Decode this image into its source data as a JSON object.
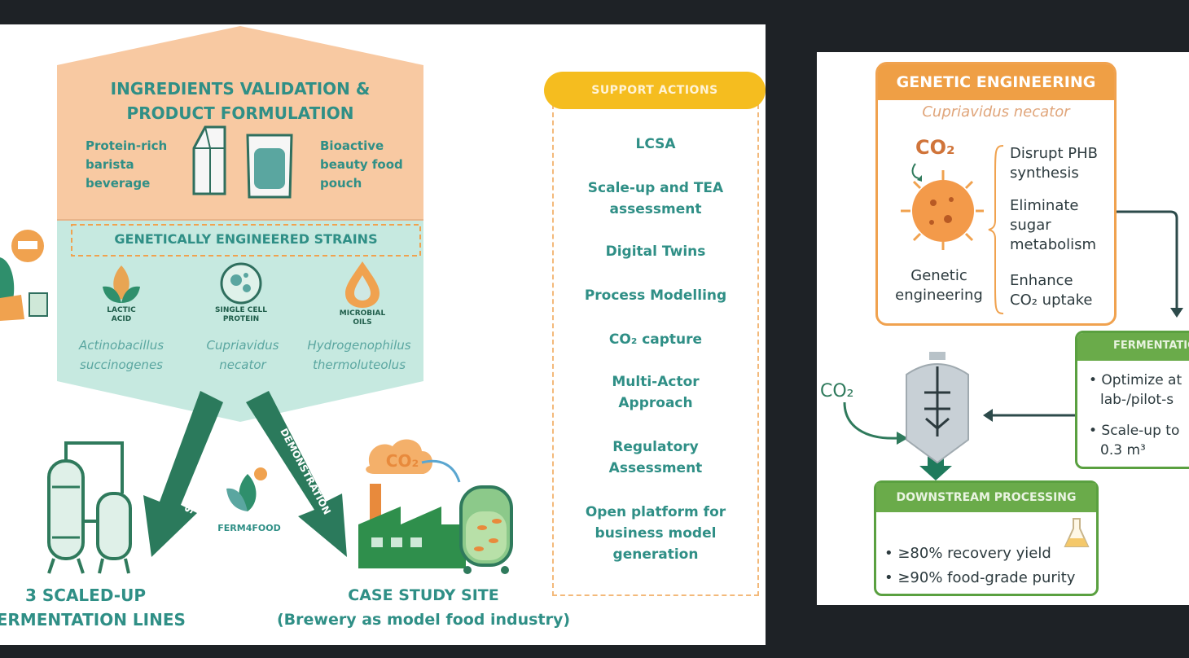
{
  "left": {
    "top_block": {
      "title_line1": "INGREDIENTS VALIDATION &",
      "title_line2": "PRODUCT FORMULATION",
      "product_a": [
        "Protein-rich",
        "barista",
        "beverage"
      ],
      "product_b": [
        "Bioactive",
        "beauty food",
        "pouch"
      ]
    },
    "strains": {
      "title": "GENETICALLY ENGINEERED STRAINS",
      "items": [
        {
          "icon_label": [
            "LACTIC",
            "ACID"
          ],
          "organism": [
            "Actinobacillus",
            "succinogenes"
          ]
        },
        {
          "icon_label": [
            "SINGLE CELL",
            "PROTEIN"
          ],
          "organism": [
            "Cupriavidus",
            "necator"
          ]
        },
        {
          "icon_label": [
            "MICROBIAL",
            "OILS"
          ],
          "organism": [
            "Hydrogenophilus",
            "thermoluteolus"
          ]
        }
      ]
    },
    "arrows": {
      "left": "SCALE-UP",
      "right": "DEMONSTRATION"
    },
    "logo": "FERM4FOOD",
    "co2_cloud": "CO₂",
    "bottom_left": [
      "3 SCALED-UP",
      "FERMENTATION LINES"
    ],
    "bottom_right": [
      "CASE STUDY SITE",
      "(Brewery as model food industry)"
    ],
    "support": {
      "title": "SUPPORT ACTIONS",
      "items": [
        [
          "LCSA"
        ],
        [
          "Scale-up and TEA",
          "assessment"
        ],
        [
          "Digital Twins"
        ],
        [
          "Process Modelling"
        ],
        [
          "CO₂ capture"
        ],
        [
          "Multi-Actor",
          "Approach"
        ],
        [
          "Regulatory",
          "Assessment"
        ],
        [
          "Open platform for",
          "business model",
          "generation"
        ]
      ]
    }
  },
  "right": {
    "ge": {
      "title": "GENETIC ENGINEERING",
      "subtitle": "Cupriavidus necator",
      "co2": "CO₂",
      "cell_label": [
        "Genetic",
        "engineering"
      ],
      "list": [
        [
          "Disrupt PHB",
          "synthesis"
        ],
        [
          "Eliminate",
          "sugar",
          "metabolism"
        ],
        [
          "Enhance",
          "CO₂ uptake"
        ]
      ]
    },
    "ferm": {
      "title": "FERMENTATIO",
      "items": [
        [
          "• Optimize at",
          "lab-/pilot-s"
        ],
        [
          "• Scale-up to",
          "0.3 m³"
        ]
      ]
    },
    "co2_input": "CO₂",
    "ds": {
      "title": "DOWNSTREAM PROCESSING",
      "items": [
        "• ≥80% recovery yield",
        "• ≥90% food-grade purity"
      ]
    }
  },
  "colors": {
    "background": "#1e2226",
    "peach": "#f8c9a2",
    "mint": "#c6e9e0",
    "teal_text": "#2f8f86",
    "green_arrow": "#2b7a5c",
    "yellow_pill": "#f5bd1f",
    "orange": "#ef9f45",
    "green_box": "#6aab4a"
  }
}
